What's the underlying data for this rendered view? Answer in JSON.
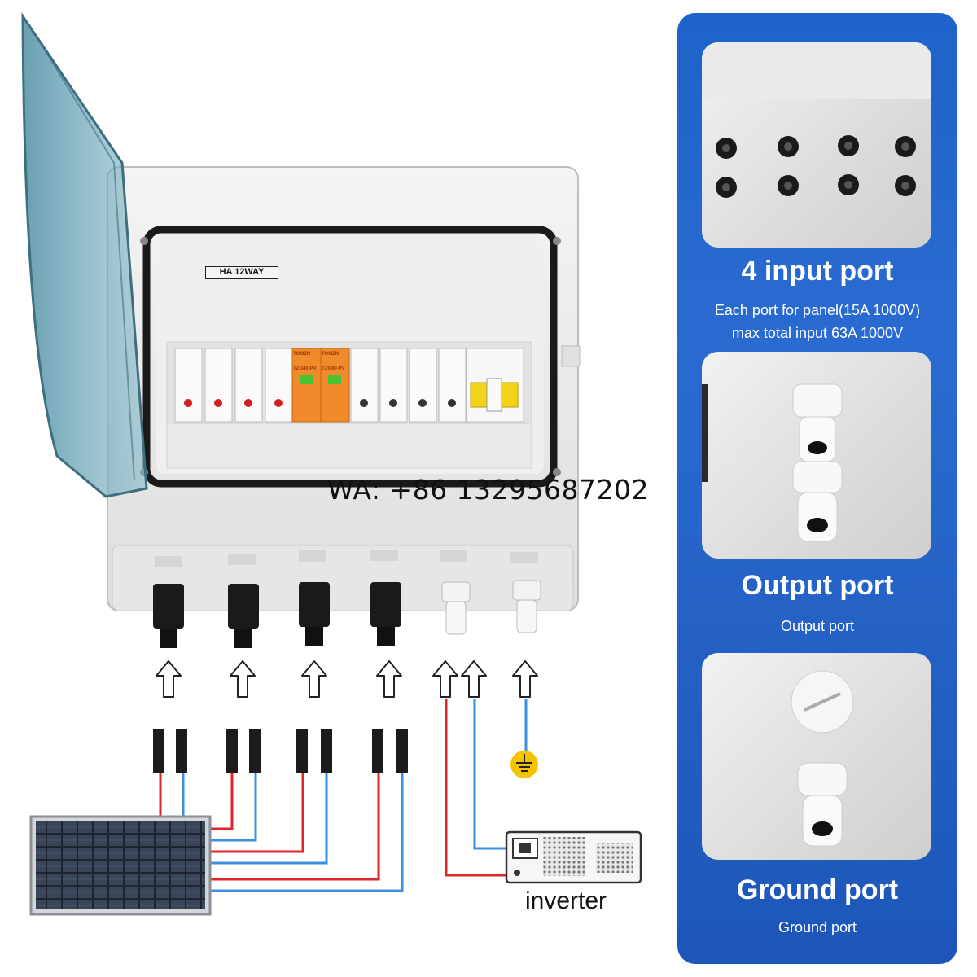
{
  "product": {
    "model_label": "HA 12WAY",
    "watermark": "WA: +86 13295687202",
    "spd_brand": "TOMZN",
    "spd_model": "TZG40-PV",
    "inverter_label": "inverter"
  },
  "panel": {
    "sections": [
      {
        "title": "4 input port",
        "subtitle_lines": [
          "Each port for panel(15A 1000V)",
          "max total input 63A 1000V"
        ]
      },
      {
        "title": "Output port",
        "subtitle_lines": [
          "Output port"
        ]
      },
      {
        "title": "Ground port",
        "subtitle_lines": [
          "Ground port"
        ]
      }
    ]
  },
  "colors": {
    "panel_blue": "#1f60c6",
    "wire_red": "#e0262a",
    "wire_blue": "#3a8fe0",
    "spd_orange": "#f08a2a",
    "ground_yellow": "#f5c400"
  },
  "icons": [
    "arrow-up-icon",
    "ground-symbol-icon",
    "solar-panel-icon",
    "inverter-icon"
  ]
}
